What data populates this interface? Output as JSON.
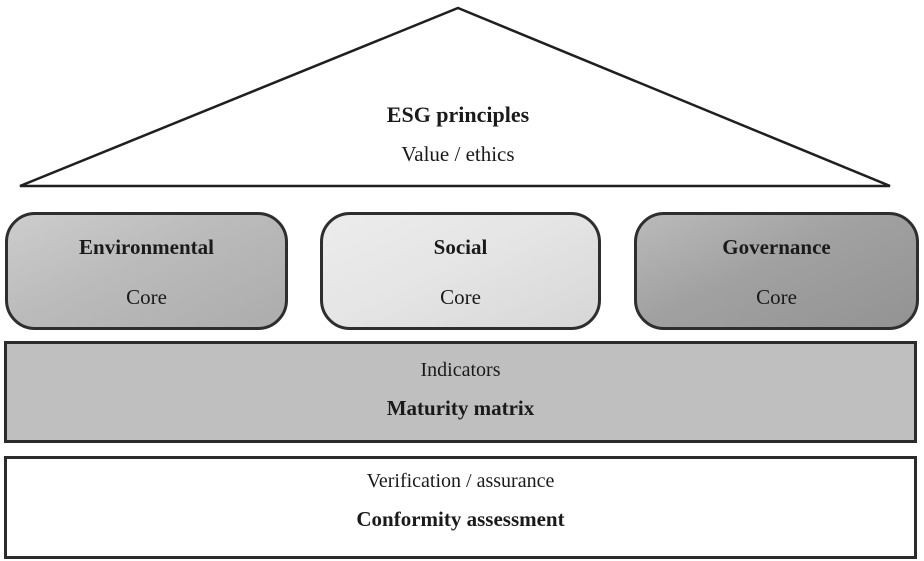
{
  "diagram": {
    "colors": {
      "line": "#1f1f1f",
      "border": "#2b2b2b",
      "text": "#1a1a1a",
      "pillar_env_fill": "#b7b7b7",
      "pillar_social_fill": "#e4e4e4",
      "pillar_gov_fill": "#9c9c9c",
      "maturity_bar_fill": "#bfbfbf",
      "assessment_bar_fill": "#ffffff"
    },
    "pyramid": {
      "title": "ESG principles",
      "subtitle": "Value / ethics"
    },
    "pillars": [
      {
        "title": "Environmental",
        "subtitle": "Core"
      },
      {
        "title": "Social",
        "subtitle": "Core"
      },
      {
        "title": "Governance",
        "subtitle": "Core"
      }
    ],
    "maturity_bar": {
      "line1": "Indicators",
      "line2": "Maturity matrix"
    },
    "assessment_bar": {
      "line1": "Verification / assurance",
      "line2": "Conformity assessment"
    }
  }
}
